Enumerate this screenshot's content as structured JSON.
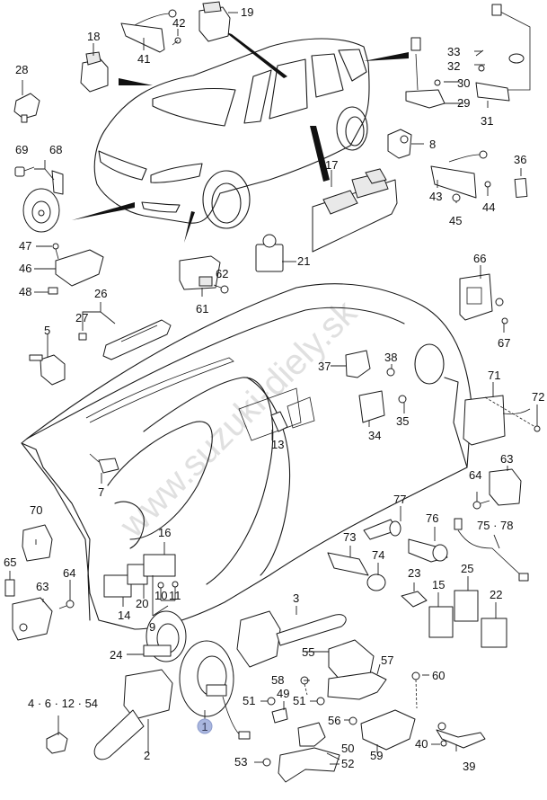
{
  "diagram": {
    "title": "Suzuki electrical switches and control units exploded parts diagram",
    "watermark": "www.suzuki-diely.sk",
    "highlighted_part": "1",
    "highlight_color": "#a9b6de",
    "parts": {
      "p1": "1",
      "p2": "2",
      "p3": "3",
      "p5": "5",
      "p7": "7",
      "p8": "8",
      "p9": "9",
      "p10": "10",
      "p11": "11",
      "p13": "13",
      "p14": "14",
      "p15": "15",
      "p16": "16",
      "p17": "17",
      "p18": "18",
      "p19": "19",
      "p20": "20",
      "p21": "21",
      "p22": "22",
      "p23": "23",
      "p24": "24",
      "p25": "25",
      "p26": "26",
      "p27": "27",
      "p28": "28",
      "p29": "29",
      "p30": "30",
      "p31": "31",
      "p32": "32",
      "p33": "33",
      "p34": "34",
      "p35": "35",
      "p36": "36",
      "p37": "37",
      "p38": "38",
      "p39": "39",
      "p40": "40",
      "p41": "41",
      "p42": "42",
      "p43": "43",
      "p44": "44",
      "p45": "45",
      "p46": "46",
      "p47": "47",
      "p48": "48",
      "p49": "49",
      "p50": "50",
      "p51a": "51",
      "p51b": "51",
      "p52": "52",
      "p53": "53",
      "p55": "55",
      "p56": "56",
      "p57": "57",
      "p58": "58",
      "p59": "59",
      "p60": "60",
      "p61": "61",
      "p62": "62",
      "p63a": "63",
      "p63b": "63",
      "p64a": "64",
      "p64b": "64",
      "p65": "65",
      "p66": "66",
      "p67": "67",
      "p68": "68",
      "p69": "69",
      "p70": "70",
      "p71": "71",
      "p72": "72",
      "p73": "73",
      "p74": "74",
      "p75_78": "75 · 78",
      "p76": "76",
      "p77": "77",
      "p4_6_12_54": "4 · 6 · 12 · 54"
    }
  }
}
